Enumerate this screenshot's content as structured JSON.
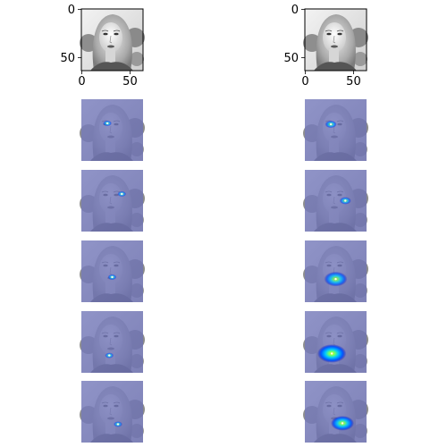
{
  "chart_data": {
    "type": "image-grid",
    "image_size": [
      64,
      64
    ],
    "colormap_overlay": "jet",
    "background_tint": "#6f73b3",
    "columns": [
      {
        "panels": [
          {
            "kind": "grayscale",
            "axes": true,
            "xticks": [
              "0",
              "50"
            ],
            "yticks": [
              "0",
              "50"
            ]
          },
          {
            "kind": "heatmap",
            "axes": false,
            "hotspot": {
              "x": 27,
              "y": 25,
              "intensity": 0.35,
              "spread": 3
            }
          },
          {
            "kind": "heatmap",
            "axes": false,
            "hotspot": {
              "x": 42,
              "y": 25,
              "intensity": 0.3,
              "spread": 3
            }
          },
          {
            "kind": "heatmap",
            "axes": false,
            "hotspot": {
              "x": 32,
              "y": 38,
              "intensity": 0.35,
              "spread": 3
            }
          },
          {
            "kind": "heatmap",
            "axes": false,
            "hotspot": {
              "x": 29,
              "y": 46,
              "intensity": 0.3,
              "spread": 3
            }
          },
          {
            "kind": "heatmap",
            "axes": false,
            "hotspot": {
              "x": 38,
              "y": 45,
              "intensity": 0.3,
              "spread": 3
            }
          }
        ]
      },
      {
        "panels": [
          {
            "kind": "grayscale",
            "axes": true,
            "xticks": [
              "0",
              "50"
            ],
            "yticks": [
              "0",
              "50"
            ]
          },
          {
            "kind": "heatmap",
            "axes": false,
            "hotspot": {
              "x": 27,
              "y": 26,
              "intensity": 0.4,
              "spread": 4
            }
          },
          {
            "kind": "heatmap",
            "axes": false,
            "hotspot": {
              "x": 42,
              "y": 32,
              "intensity": 0.35,
              "spread": 4
            }
          },
          {
            "kind": "heatmap",
            "axes": false,
            "hotspot": {
              "x": 32,
              "y": 40,
              "intensity": 0.55,
              "spread": 8
            }
          },
          {
            "kind": "heatmap",
            "axes": false,
            "hotspot": {
              "x": 28,
              "y": 44,
              "intensity": 1.0,
              "spread": 10
            }
          },
          {
            "kind": "heatmap",
            "axes": false,
            "hotspot": {
              "x": 39,
              "y": 44,
              "intensity": 0.75,
              "spread": 8
            }
          }
        ]
      }
    ]
  }
}
